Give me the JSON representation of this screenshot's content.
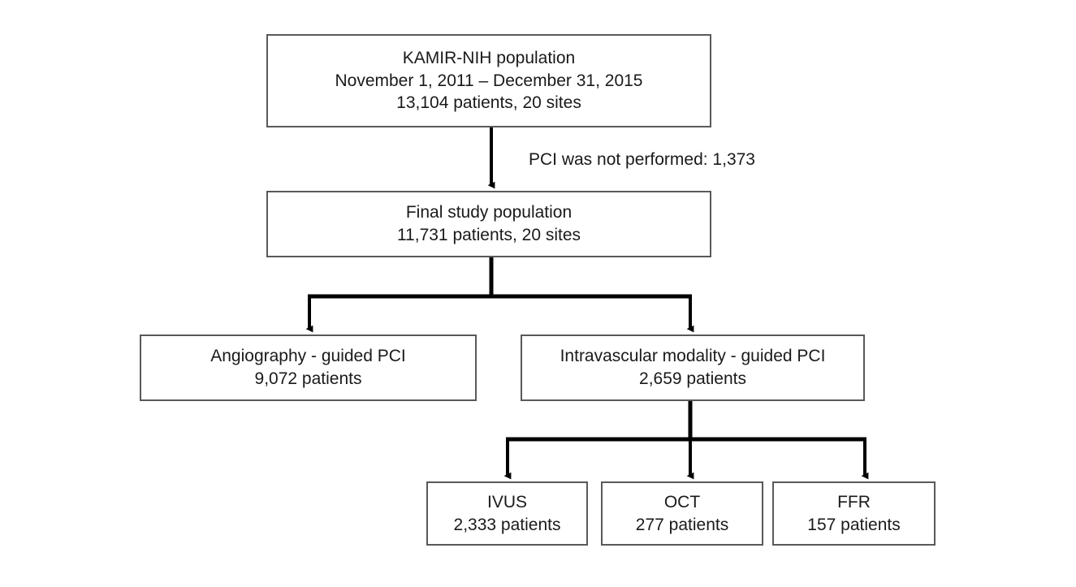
{
  "chart_data": {
    "type": "diagram",
    "title": "KAMIR-NIH study population flow diagram",
    "nodes": [
      {
        "id": "top",
        "lines": [
          "KAMIR-NIH population",
          "November 1, 2011 – December 31, 2015",
          "13,104 patients, 20 sites"
        ],
        "patients": 13104,
        "sites": 20,
        "period_start": "November 1, 2011",
        "period_end": "December 31, 2015"
      },
      {
        "id": "final",
        "lines": [
          "Final study population",
          "11,731 patients, 20 sites"
        ],
        "patients": 11731,
        "sites": 20
      },
      {
        "id": "angiography",
        "lines": [
          "Angiography - guided PCI",
          "9,072 patients"
        ],
        "patients": 9072
      },
      {
        "id": "intravascular",
        "lines": [
          "Intravascular modality - guided PCI",
          "2,659 patients"
        ],
        "patients": 2659
      },
      {
        "id": "ivus",
        "lines": [
          "IVUS",
          "2,333 patients"
        ],
        "patients": 2333
      },
      {
        "id": "oct",
        "lines": [
          "OCT",
          "277 patients"
        ],
        "patients": 277
      },
      {
        "id": "ffr",
        "lines": [
          "FFR",
          "157 patients"
        ],
        "patients": 157
      }
    ],
    "edges": [
      {
        "from": "top",
        "to": "final",
        "label": "PCI was not performed: 1,373",
        "excluded": 1373
      },
      {
        "from": "final",
        "to": "angiography",
        "label": ""
      },
      {
        "from": "final",
        "to": "intravascular",
        "label": ""
      },
      {
        "from": "intravascular",
        "to": "ivus",
        "label": ""
      },
      {
        "from": "intravascular",
        "to": "oct",
        "label": ""
      },
      {
        "from": "intravascular",
        "to": "ffr",
        "label": ""
      }
    ]
  },
  "nodes": {
    "top": {
      "line1": "KAMIR-NIH population",
      "line2": "November 1, 2011 – December 31, 2015",
      "line3": "13,104 patients, 20 sites"
    },
    "final": {
      "line1": "Final study population",
      "line2": "11,731 patients, 20 sites"
    },
    "angiography": {
      "line1": "Angiography - guided PCI",
      "line2": "9,072 patients"
    },
    "intravascular": {
      "line1": "Intravascular modality - guided PCI",
      "line2": "2,659 patients"
    },
    "ivus": {
      "line1": "IVUS",
      "line2": "2,333 patients"
    },
    "oct": {
      "line1": "OCT",
      "line2": "277 patients"
    },
    "ffr": {
      "line1": "FFR",
      "line2": "157 patients"
    }
  },
  "labels": {
    "excluded": "PCI was not performed: 1,373"
  },
  "colors": {
    "box_border": "#595959",
    "connector": "#000000",
    "text": "#1a1a1a",
    "background": "#ffffff"
  }
}
